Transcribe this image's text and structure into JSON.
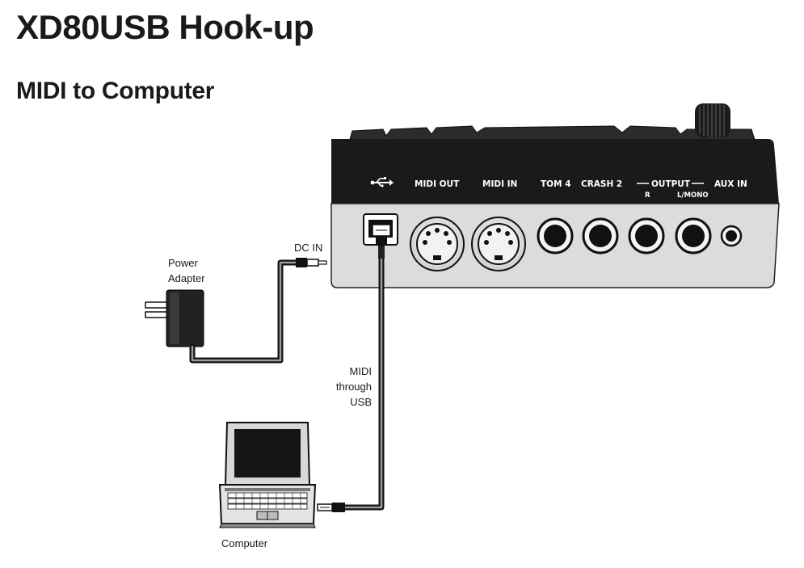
{
  "heading": {
    "title": "XD80USB Hook-up",
    "subtitle": "MIDI to Computer"
  },
  "device": {
    "panel_labels": {
      "usb": "usb-icon",
      "midi_out": "MIDI OUT",
      "midi_in": "MIDI IN",
      "tom4": "TOM 4",
      "crash2": "CRASH 2",
      "output": "OUTPUT",
      "output_r": "R",
      "output_lmono": "L/MONO",
      "aux_in": "AUX IN"
    }
  },
  "callouts": {
    "dc_in": "DC IN",
    "power_adapter": [
      "Power",
      "Adapter"
    ],
    "midi_usb": [
      "MIDI",
      "through",
      "USB"
    ],
    "computer": "Computer"
  },
  "colors": {
    "panel_dark": "#1a1a1a",
    "body_light": "#dcdcdc",
    "cable": "#3a3a3a"
  }
}
